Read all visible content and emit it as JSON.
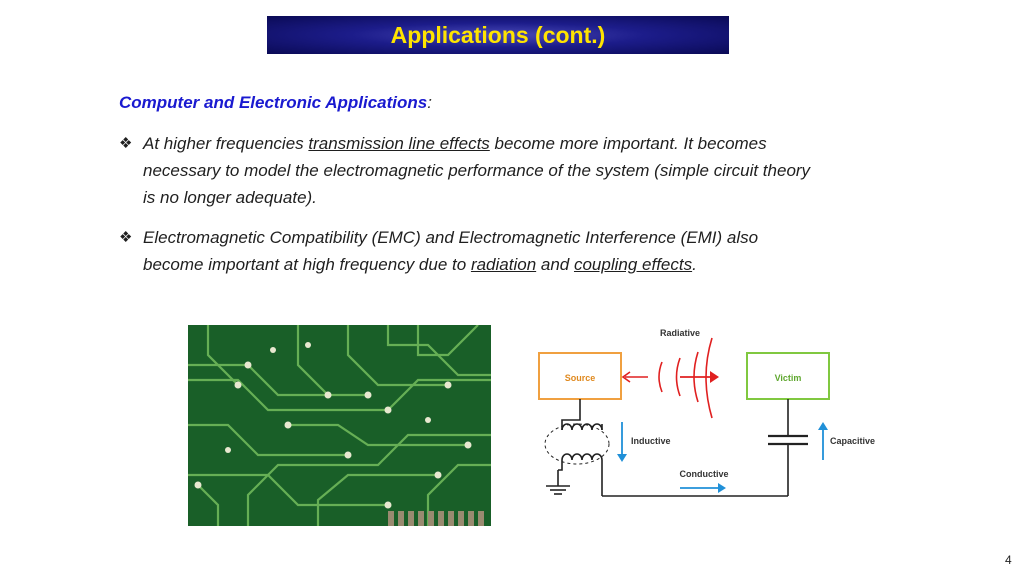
{
  "slide": {
    "title": "Applications (cont.)",
    "section_heading": "Computer and Electronic Applications",
    "section_colon": ":",
    "bullet_glyph": "❖",
    "bullets": [
      {
        "pre": "At higher frequencies ",
        "link": "transmission line effects",
        "post": " become more important. It becomes necessary to model the electromagnetic performance of the system (simple circuit theory is no longer adequate)."
      },
      {
        "pre": "Electromagnetic Compatibility (EMC) and Electromagnetic Interference (EMI) also become important at high frequency due to ",
        "link1": "radiation",
        "mid": " and ",
        "link2": "coupling effects",
        "post": "."
      }
    ],
    "page_number": "4"
  },
  "diagram": {
    "source_label": "Source",
    "victim_label": "Victim",
    "radiative_label": "Radiative",
    "inductive_label": "Inductive",
    "capacitive_label": "Capacitive",
    "conductive_label": "Conductive",
    "colors": {
      "source": "#f0a040",
      "victim": "#80c840",
      "radiative": "#e02020",
      "arrow_blue": "#2090d8",
      "wire": "#222222"
    }
  },
  "photo": {
    "subject": "circuit-board-photo",
    "colors": {
      "board": "#1f6a2e",
      "trace": "#6fb85a"
    }
  }
}
